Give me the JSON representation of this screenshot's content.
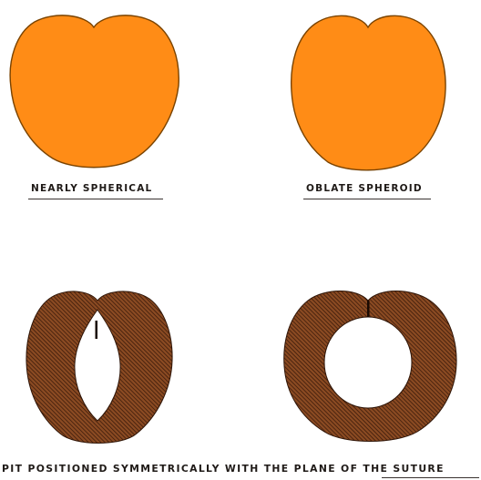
{
  "shapes": {
    "nearly_spherical": {
      "label": "NEARLY SPHERICAL"
    },
    "oblate_spheroid": {
      "label": "OBLATE SPHEROID"
    }
  },
  "cross_sections": {
    "caption": "PIT POSITIONED SYMMETRICALLY WITH THE PLANE OF THE SUTURE"
  },
  "colors": {
    "fruit_fill": "#FF8C16",
    "fruit_outline": "#7A4300",
    "section_fill": "#8A4A22",
    "hatch_line": "#3E1C0B",
    "pit_cavity": "#FFFFFF",
    "text": "#1F1A17"
  }
}
